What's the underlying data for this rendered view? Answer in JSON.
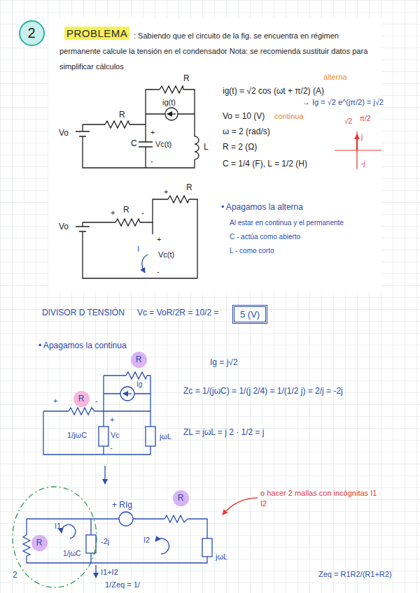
{
  "diagram": {
    "nodes": [
      {
        "text": [
          "2"
        ]
      },
      {
        "text": [
          "PROBLEMA"
        ]
      },
      {
        "text": [
          "5 (V)"
        ]
      },
      {
        "text": [
          "R"
        ]
      },
      {
        "text": [
          "R"
        ]
      },
      {
        "text": [
          "R"
        ]
      },
      {
        "text": [
          "R"
        ]
      }
    ],
    "labels": [
      ": Sabiendo que el circuito de la fig. se encuentra en régimen permanente calcule la tensión en el condensador Nota: se recomienda sustituir datos para simplificar cálculos",
      "R",
      "R",
      "ig(t)",
      "+",
      "C",
      "Vc(t)",
      "-",
      "L",
      "Vo",
      "ig(t) = √2 cos (ωt + π/2) (A)",
      "alterna",
      "→ Ig = √2 e^(jπ/2) = j√2",
      "Vo = 10 (V)",
      "continua",
      "ω = 2 (rad/s)",
      "R = 2 (Ω)",
      "C = 1/4 (F), L = 1/2 (H)",
      "√2",
      "π/2",
      "j",
      "-j",
      "R",
      "+",
      "R",
      "+",
      "-",
      "Vo",
      "I",
      "Vc(t)",
      "+",
      "-",
      "• Apagamos la alterna",
      "Al estar en continua y el permanente",
      "C - actúa como abierto",
      "L - como corto",
      "DIVISOR D TENSIÓN",
      "Vc = VoR/2R = 10/2 =",
      "• Apagamos la continua",
      "+",
      "-",
      "Ig",
      "+",
      "Vc",
      "-",
      "1/jωC",
      "jωL",
      "Ig = j√2",
      "Zc = 1/(jωC) = 1/(j 2/4) = 1/(1/2 j) = 2/j = -2j",
      "ZL = jωL = j 2 · 1/2 = j",
      "+ RIg",
      "2",
      "1/jωC",
      "-2j",
      "I1",
      "I2",
      "I1+I2",
      "jωL",
      "o hacer 2 mallas con incógnitas I1 I2",
      "Zeq = R1R2/(R1+R2)",
      "1/Zeq = 1/"
    ]
  }
}
